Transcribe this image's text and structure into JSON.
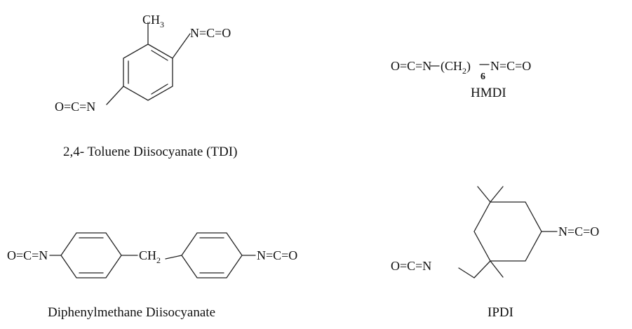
{
  "molecules": {
    "tdi": {
      "ch3": "CH",
      "ch3_sub": "3",
      "nco_top": "N=C=O",
      "nco_left": "O=C=N",
      "caption": "2,4- Toluene Diisocyanate (TDI)"
    },
    "hmdi": {
      "formula_left": "O=C=N",
      "ch2": "(CH",
      "ch2_sub": "2",
      "ch2_close": ")",
      "repeat_sub": "6",
      "formula_right": "N=C=O",
      "caption": "HMDI"
    },
    "mdi": {
      "nco_left": "O=C=N",
      "ch2": "CH",
      "ch2_sub": "2",
      "nco_right": "N=C=O",
      "caption": "Diphenylmethane Diisocyanate"
    },
    "ipdi": {
      "nco_left": "O=C=N",
      "nco_right": "N=C=O",
      "caption": "IPDI"
    }
  }
}
